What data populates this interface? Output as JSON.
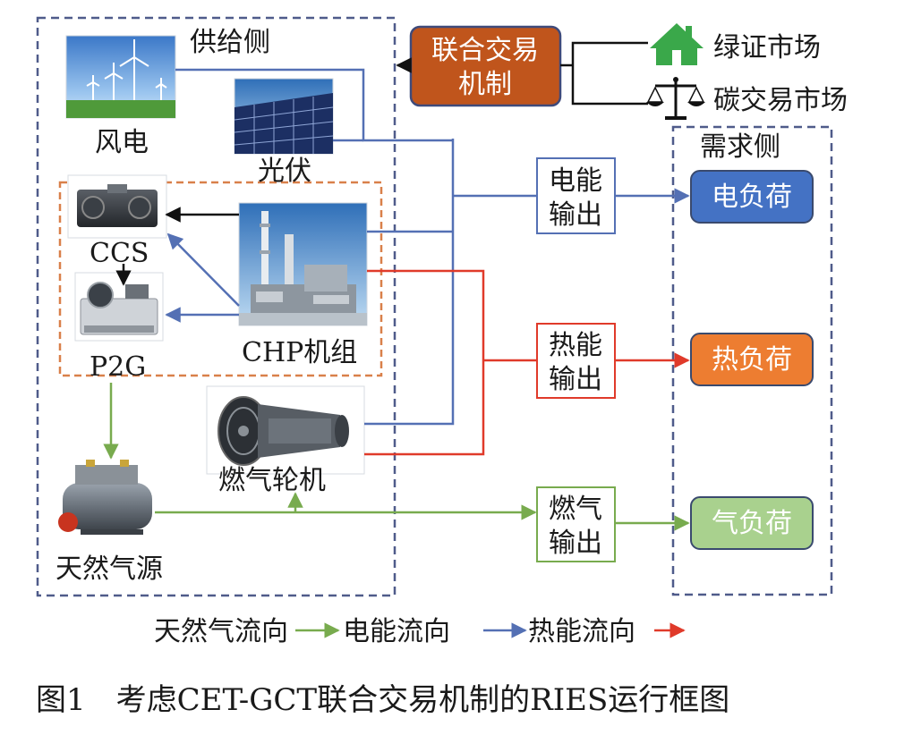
{
  "supply_side": {
    "title": "供给侧",
    "wind_label": "风电",
    "pv_label": "光伏",
    "ccs_label": "CCS",
    "p2g_label": "P2G",
    "chp_label": "CHP机组",
    "turbine_label": "燃气轮机",
    "gas_source_label": "天然气源"
  },
  "trading": {
    "mechanism_line1": "联合交易",
    "mechanism_line2": "机制",
    "green_cert_market": "绿证市场",
    "carbon_market": "碳交易市场"
  },
  "outputs": {
    "electric_line1": "电能",
    "electric_line2": "输出",
    "heat_line1": "热能",
    "heat_line2": "输出",
    "gas_line1": "燃气",
    "gas_line2": "输出"
  },
  "demand_side": {
    "title": "需求侧",
    "electric_load": "电负荷",
    "heat_load": "热负荷",
    "gas_load": "气负荷"
  },
  "legend": {
    "gas_flow": "天然气流向",
    "electric_flow": "电能流向",
    "heat_flow": "热能流向"
  },
  "caption": "图1　考虑CET-GCT联合交易机制的RIES运行框图",
  "colors": {
    "electric": "#5470b4",
    "heat": "#e03a2a",
    "gas": "#78ab4e",
    "mechanism_fill": "#c0551c",
    "electric_load_fill": "#4472c4",
    "heat_load_fill": "#ed7d31",
    "gas_load_fill": "#a9d18e",
    "dashed_frame": "#4f5b8a",
    "inner_frame": "#d9804a",
    "house_icon": "#3aa84a"
  }
}
